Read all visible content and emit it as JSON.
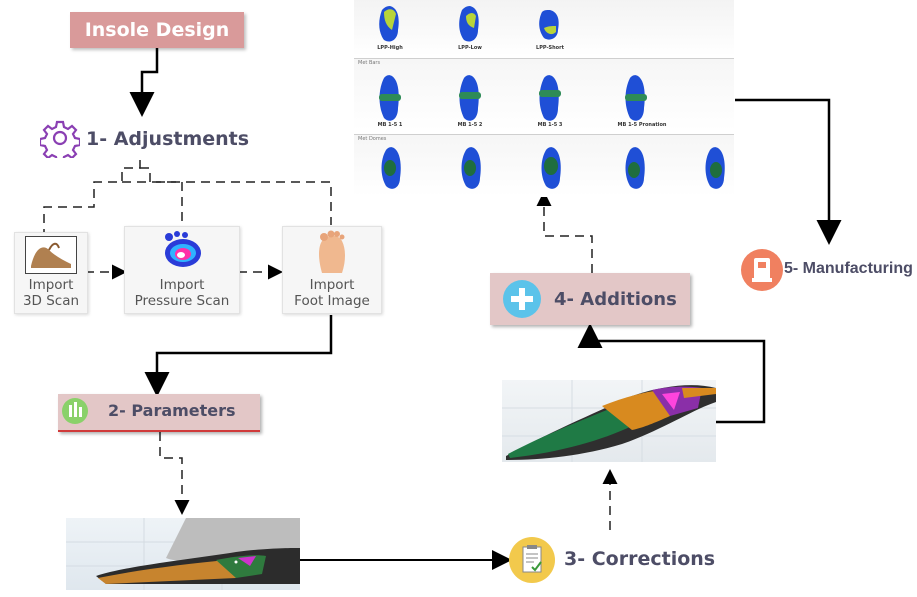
{
  "title": "Insole Design",
  "steps": {
    "s1": "1- Adjustments",
    "s2": "2- Parameters",
    "s3": "3- Corrections",
    "s4": "4- Additions",
    "s5": "5- Manufacturing"
  },
  "imports": {
    "scan3d": [
      "Import",
      "3D Scan"
    ],
    "pressure": [
      "Import",
      "Pressure Scan"
    ],
    "foot": [
      "Import",
      "Foot Image"
    ]
  },
  "library": {
    "row1": [
      "LPP-High",
      "LPP-Low",
      "LPP-Short"
    ],
    "row2_header": "Met Bars",
    "row2": [
      "MB 1-5 1",
      "MB 1-5 2",
      "MB 1-5 3",
      "MB 1-5 Pronation"
    ],
    "row3_header": "Met Domes"
  },
  "colors": {
    "title_bg": "#d99a9a",
    "box_bg": "#e3c7c7",
    "insole_blue": "#1f4fd6",
    "insole_green": "#2e8b57",
    "purple_icon": "#8a3fb3"
  }
}
